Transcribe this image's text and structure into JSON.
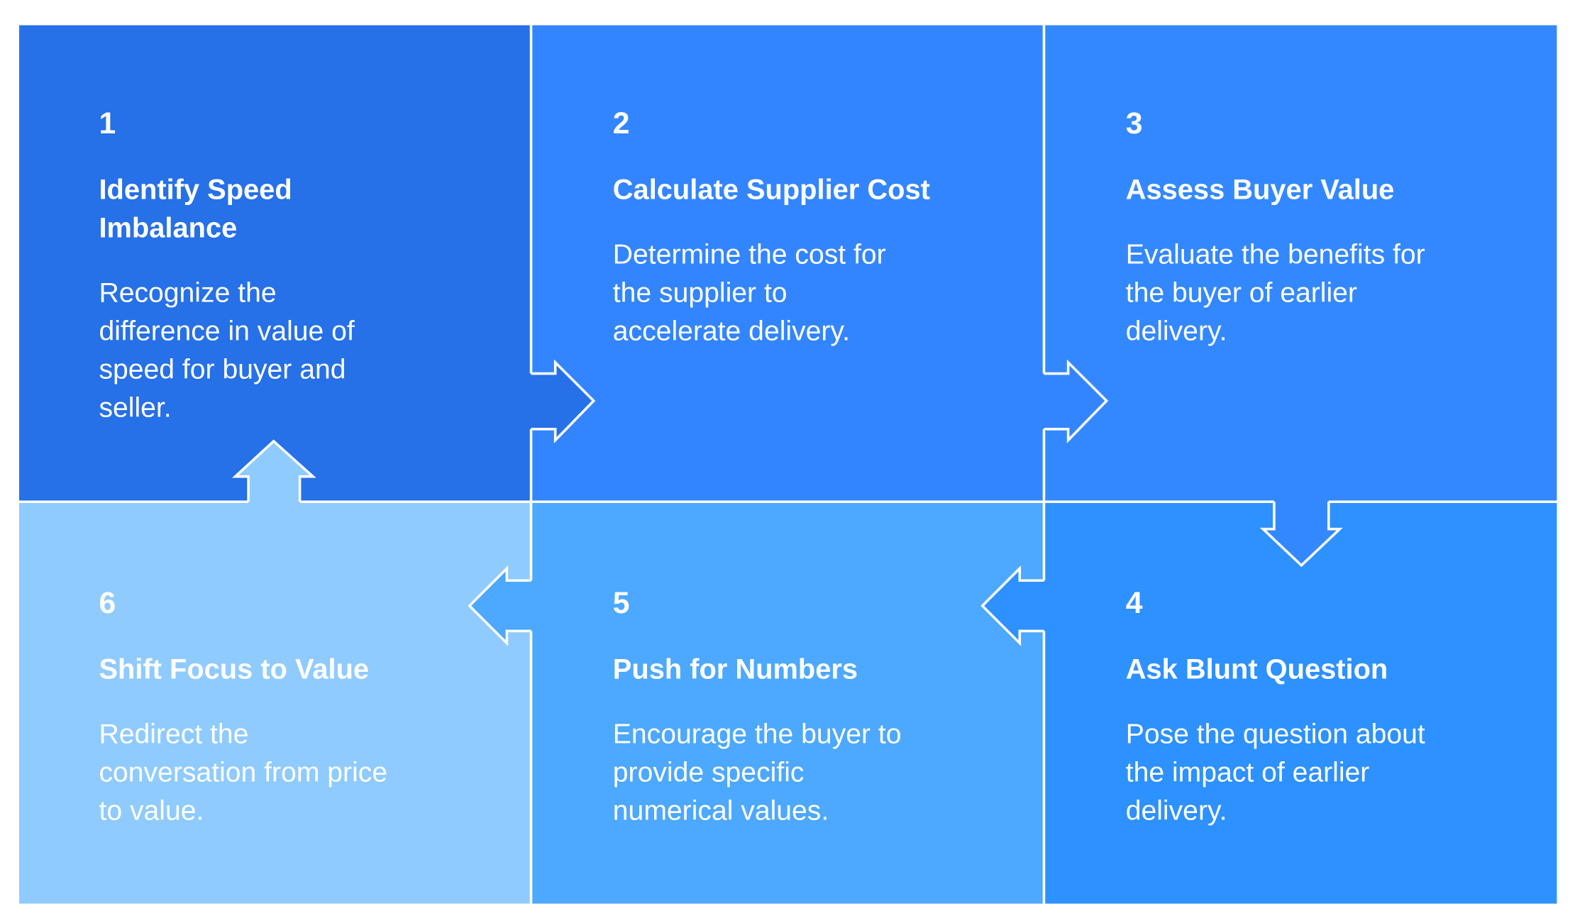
{
  "steps": [
    {
      "number": "1",
      "title_lines": [
        "Identify Speed",
        "Imbalance"
      ],
      "body_lines": [
        "Recognize the",
        "difference in value of",
        "speed for buyer and",
        "seller."
      ],
      "color": "#2670E8"
    },
    {
      "number": "2",
      "title_lines": [
        "Calculate Supplier Cost"
      ],
      "body_lines": [
        "Determine the cost for",
        "the supplier to",
        "accelerate delivery."
      ],
      "color": "#3385FF"
    },
    {
      "number": "3",
      "title_lines": [
        "Assess Buyer Value"
      ],
      "body_lines": [
        "Evaluate the benefits for",
        "the buyer of earlier",
        "delivery."
      ],
      "color": "#3388FF"
    },
    {
      "number": "4",
      "title_lines": [
        "Ask Blunt Question"
      ],
      "body_lines": [
        "Pose the question about",
        "the impact of earlier",
        "delivery."
      ],
      "color": "#2D91FF"
    },
    {
      "number": "5",
      "title_lines": [
        "Push for Numbers"
      ],
      "body_lines": [
        "Encourage the buyer to",
        "provide specific",
        "numerical values."
      ],
      "color": "#4DA8FF"
    },
    {
      "number": "6",
      "title_lines": [
        "Shift Focus to Value"
      ],
      "body_lines": [
        "Redirect the",
        "conversation from price",
        "to value."
      ],
      "color": "#8FCBFF"
    }
  ]
}
